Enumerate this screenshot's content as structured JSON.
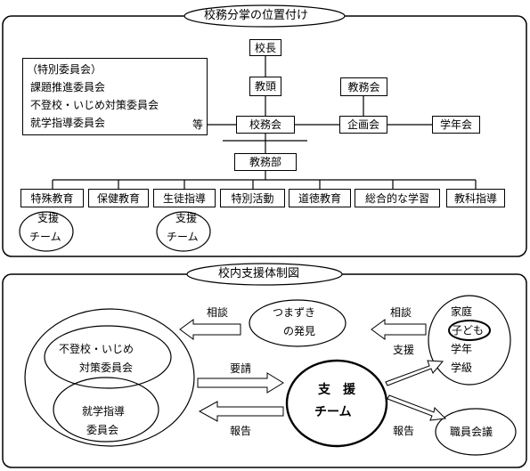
{
  "section1": {
    "title": "校務分掌の位置付け",
    "principal": "校長",
    "vice_principal": "教頭",
    "school_affairs_committee": "校務会",
    "academic_affairs_meeting": "教務会",
    "planning_committee": "企画会",
    "grade_meeting": "学年会",
    "academic_affairs_dept": "教務部",
    "special_committees": {
      "heading": "（特別委員会）",
      "items": [
        "課題推進委員会",
        "不登校・いじめ対策委員会",
        "就学指導委員会"
      ],
      "etc": "等"
    },
    "departments": [
      "特殊教育",
      "保健教育",
      "生徒指導",
      "特別活動",
      "道徳教育",
      "総合的な学習",
      "教科指導"
    ],
    "support_team_line1": "支援",
    "support_team_line2": "チーム"
  },
  "section2": {
    "title": "校内支援体制図",
    "stumble_line1": "つまずき",
    "stumble_line2": "の発見",
    "consult": "相談",
    "antibullying_line1": "不登校・いじめ",
    "antibullying_line2": "対策委員会",
    "guidance_line1": "就学指導",
    "guidance_line2": "委員会",
    "request": "要請",
    "report": "報告",
    "support": "支援",
    "team_line1": "支　援",
    "team_line2": "チーム",
    "home": "家庭",
    "child": "子ども",
    "grade": "学年",
    "class": "学級",
    "staff_meeting": "職員会議"
  }
}
